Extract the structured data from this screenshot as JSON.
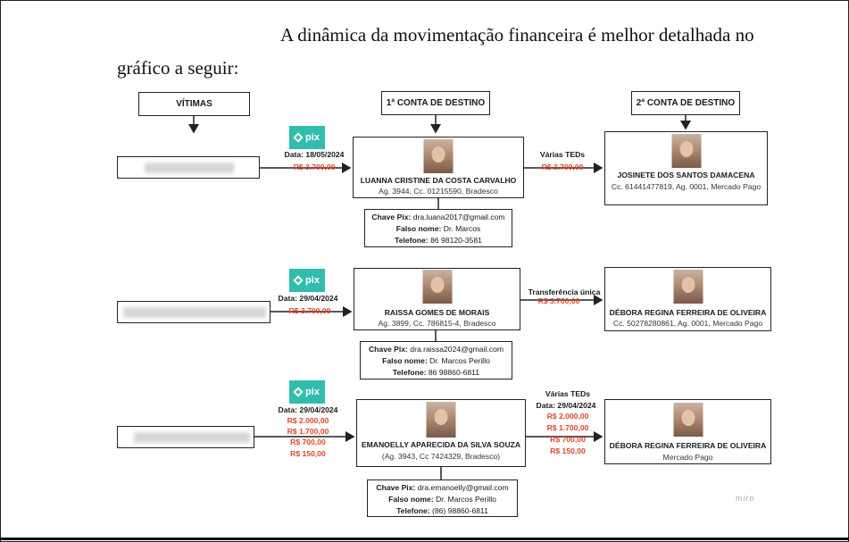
{
  "intro": {
    "line1": "A dinâmica da movimentação financeira é melhor detalhada no",
    "line2": "gráfico a seguir:"
  },
  "headers": {
    "victims": "VÍTIMAS",
    "first_account": "1ª CONTA DE DESTINO",
    "second_account": "2ª CONTA DE DESTINO"
  },
  "pix_logo": "pix",
  "flows": [
    {
      "date": "Data: 18/05/2024",
      "amounts": [
        "R$ 3.700,00"
      ],
      "first": {
        "name": "LUANNA CRISTINE DA COSTA CARVALHO",
        "account": "Ag. 3944, Cc. 01215590, Bradesco",
        "pix_key_label": "Chave Pix:",
        "pix_key": "dra.luana2017@gmail.com",
        "fake_name_label": "Falso nome:",
        "fake_name": "Dr. Marcos",
        "phone_label": "Telefone:",
        "phone": "86 98120-3581"
      },
      "transfer_label": "Várias TEDs",
      "transfer_date": "",
      "transfer_amounts": [
        "R$ 3.700,00"
      ],
      "second": {
        "name": "JOSINETE DOS SANTOS DAMACENA",
        "account": "Cc. 61441477819, Ag. 0001, Mercado Pago"
      }
    },
    {
      "date": "Data: 29/04/2024",
      "amounts": [
        "R$ 3.700,00"
      ],
      "first": {
        "name": "RAISSA GOMES DE MORAIS",
        "account": "Ag. 3899, Cc. 786815-4, Bradesco",
        "pix_key_label": "Chave Pix:",
        "pix_key": "dra.raissa2024@gmail.com",
        "fake_name_label": "Falso nome:",
        "fake_name": "Dr. Marcos Perillo",
        "phone_label": "Telefone:",
        "phone": "86 98860-6811"
      },
      "transfer_label": "Transferência única",
      "transfer_date": "",
      "transfer_amounts": [
        "R$ 3.700,00"
      ],
      "second": {
        "name": "DÉBORA REGINA FERREIRA DE OLIVEIRA",
        "account": "Cc. 50278280861, Ag. 0001, Mercado Pago"
      }
    },
    {
      "date": "Data: 29/04/2024",
      "amounts": [
        "R$ 2.000,00",
        "R$ 1.700,00",
        "R$ 700,00",
        "R$ 150,00"
      ],
      "first": {
        "name": "EMANOELLY APARECIDA DA SILVA SOUZA",
        "account": "(Ag. 3943, Cc 7424329, Bradesco)",
        "pix_key_label": "Chave Pix:",
        "pix_key": "dra.emanoelly@gmail.com",
        "fake_name_label": "Falso nome:",
        "fake_name": "Dr. Marcos Perillo",
        "phone_label": "Telefone:",
        "phone": "(86) 98860-6811"
      },
      "transfer_label": "Várias TEDs",
      "transfer_date": "Data: 29/04/2024",
      "transfer_amounts": [
        "R$ 2.000,00",
        "R$ 1.700,00",
        "R$ 700,00",
        "R$ 150,00"
      ],
      "second": {
        "name": "DÉBORA REGINA FERREIRA DE OLIVEIRA",
        "account": "Mercado Pago"
      }
    }
  ],
  "watermark": "miro",
  "colors": {
    "amount": "#e0452a",
    "pix": "#32bcad"
  }
}
